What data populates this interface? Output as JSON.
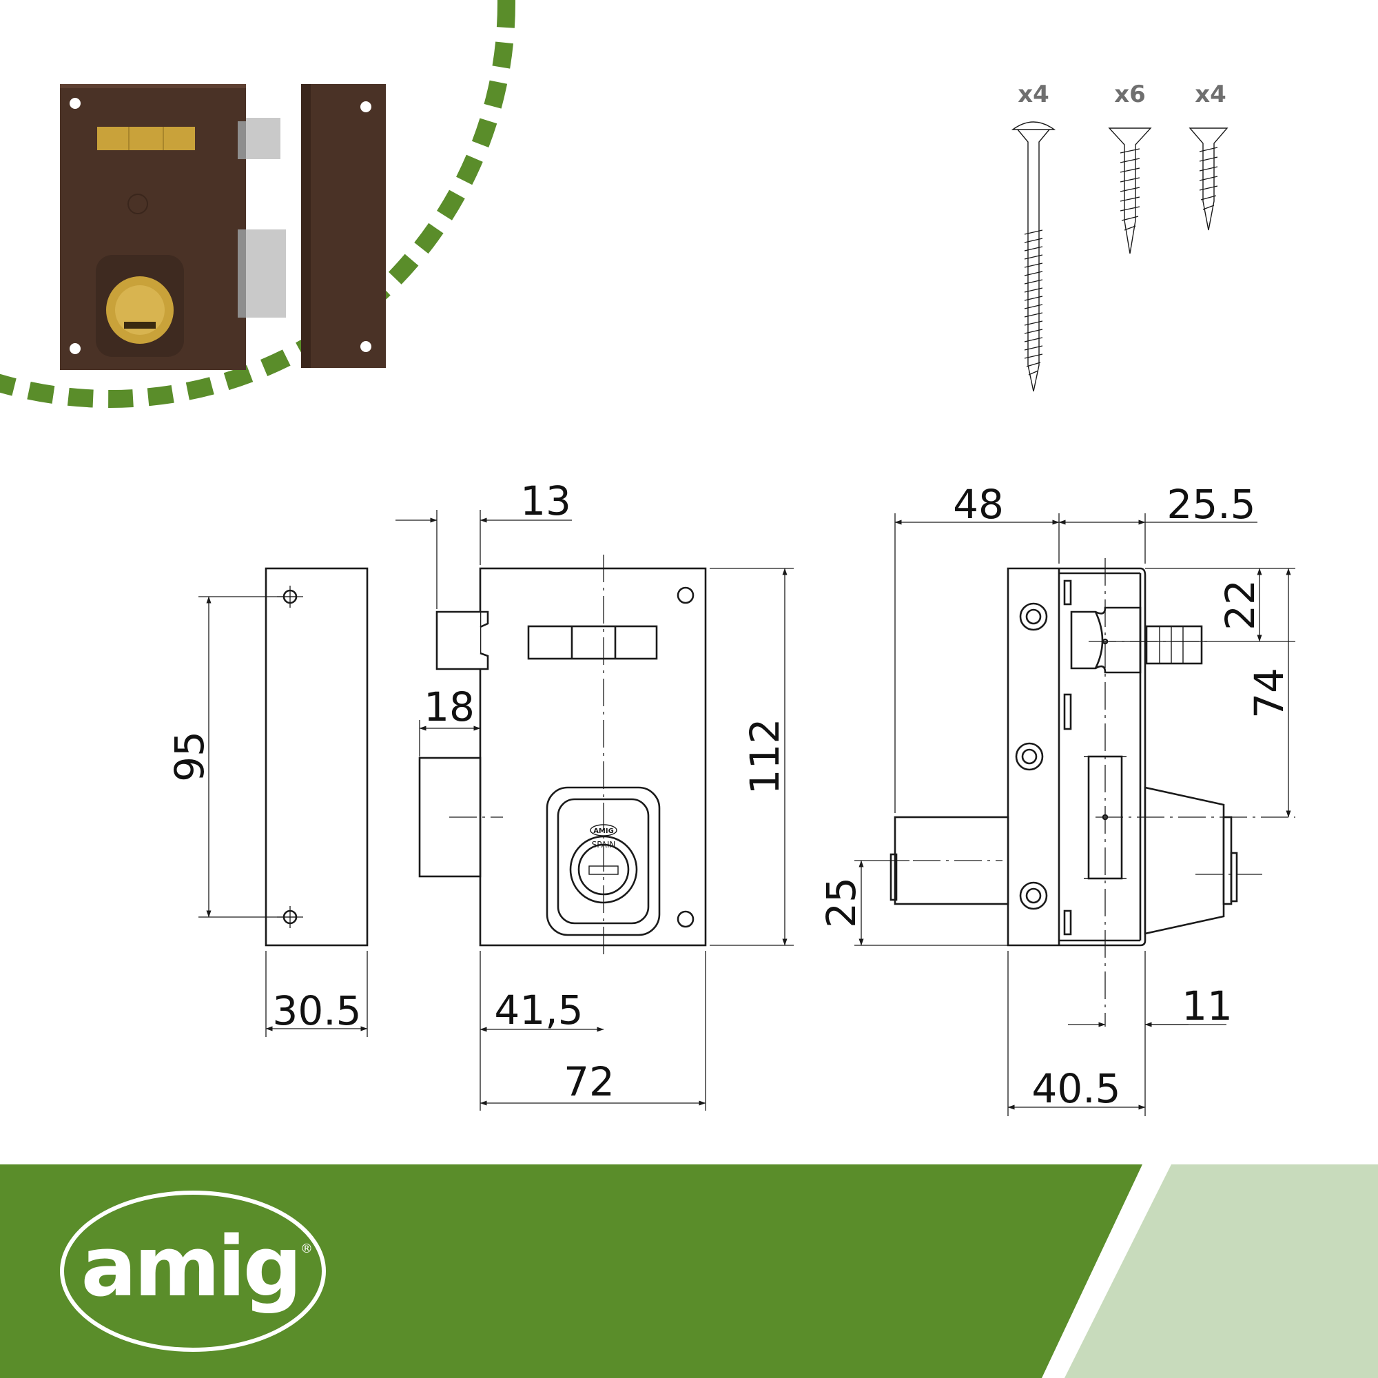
{
  "colors": {
    "brand_green": "#5a8d2a",
    "light_green": "#c8dbbc",
    "lock_brown": "#4a3226",
    "brass": "#c9a23a",
    "steel": "#c9c9c9"
  },
  "hardware": {
    "long_screw_qty": "x4",
    "medium_screw_qty": "x6",
    "short_screw_qty": "x4"
  },
  "dimensions": {
    "strike_hole_spacing": "95",
    "strike_width": "30.5",
    "bolt_projection": "13",
    "latch_projection": "18",
    "lock_height": "112",
    "cylinder_offset": "41,5",
    "lock_width": "72",
    "bolt_depth": "48",
    "case_depth": "25.5",
    "bolt_top_offset": "22",
    "bolt_spacing": "74",
    "cylinder_height": "25",
    "side_offset": "11",
    "side_width": "40.5"
  },
  "cylinder_marks": {
    "brand": "AMIG",
    "origin": "SPAIN"
  },
  "logo": {
    "text": "amig",
    "registered": "®"
  }
}
